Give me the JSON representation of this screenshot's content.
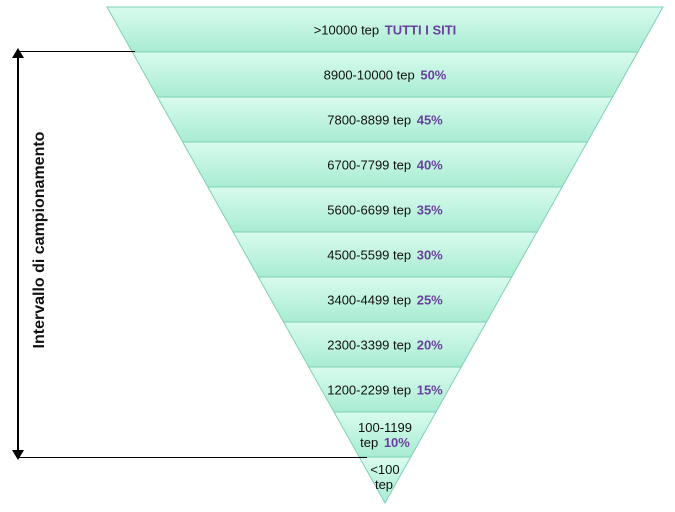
{
  "diagram": {
    "side_label": "Intervallo di campionamento",
    "colors": {
      "band_top": "#d9fbee",
      "band_bottom": "#a8ecd2",
      "band_stroke": "#7fd2b3",
      "edge": "#bfe9dc",
      "percent": "#6b3fa0",
      "line": "#000000"
    },
    "bands": [
      {
        "range": ">10000 tep",
        "share": "TUTTI I SITI"
      },
      {
        "range": "8900-10000 tep",
        "share": "50%"
      },
      {
        "range": "7800-8899 tep",
        "share": "45%"
      },
      {
        "range": "6700-7799 tep",
        "share": "40%"
      },
      {
        "range": "5600-6699 tep",
        "share": "35%"
      },
      {
        "range": "4500-5599 tep",
        "share": "30%"
      },
      {
        "range": "3400-4499 tep",
        "share": "25%"
      },
      {
        "range": "2300-3399 tep",
        "share": "20%"
      },
      {
        "range": "1200-2299 tep",
        "share": "15%"
      },
      {
        "range": "100-1199 tep",
        "share": "10%"
      },
      {
        "range": "<100 tep",
        "share": ""
      }
    ]
  }
}
